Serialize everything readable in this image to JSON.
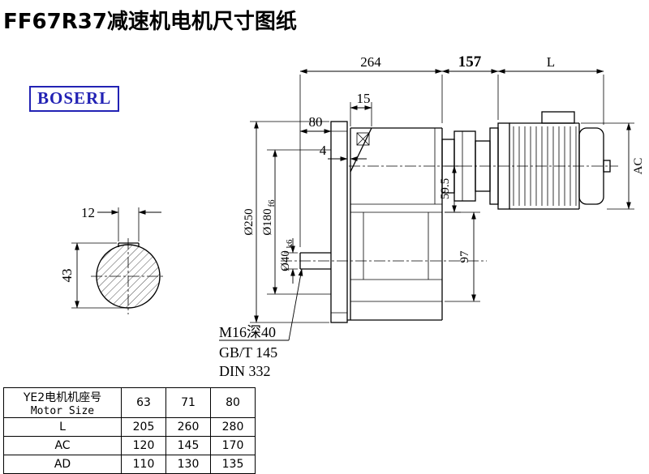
{
  "page": {
    "title": "FF67R37减速机电机尺寸图纸"
  },
  "logo": {
    "text": "BOSERL"
  },
  "drawing": {
    "dims": {
      "d264": "264",
      "d157": "157",
      "dL": "L",
      "d15": "15",
      "d80": "80",
      "d4": "4",
      "d250": "Ø250",
      "d180_main": "Ø180",
      "d180_sub": "f6",
      "d40_main": "Ø40",
      "d40_sub": "k6",
      "d595": "59.5",
      "d97": "97",
      "dAC": "AC",
      "d12": "12",
      "d43": "43"
    },
    "notes": {
      "tap": "M16深40",
      "gb": "GB/T 145",
      "din": "DIN 332"
    }
  },
  "table": {
    "header": {
      "cn": "YE2电机机座号",
      "en": "Motor Size",
      "values": [
        "63",
        "71",
        "80"
      ]
    },
    "rows": [
      {
        "label": "L",
        "values": [
          "205",
          "260",
          "280"
        ]
      },
      {
        "label": "AC",
        "values": [
          "120",
          "145",
          "170"
        ]
      },
      {
        "label": "AD",
        "values": [
          "110",
          "130",
          "135"
        ]
      }
    ]
  }
}
